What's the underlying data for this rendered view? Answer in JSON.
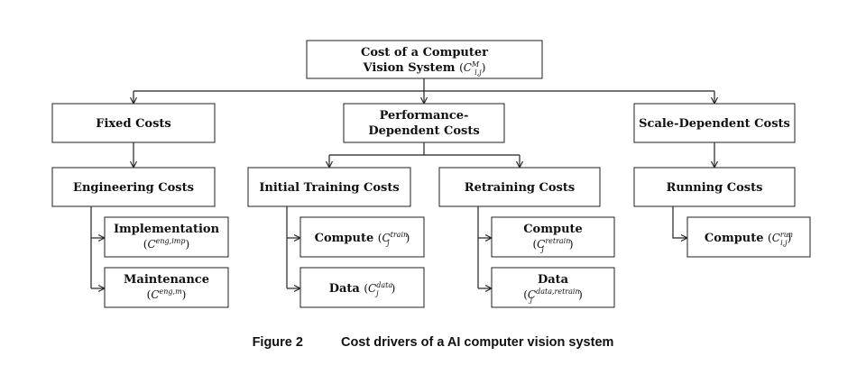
{
  "diagram": {
    "root": {
      "line1": "Cost of a Computer",
      "line2": "Vision System",
      "symbol": {
        "base": "C",
        "sup": "M",
        "sub": "i,j"
      }
    },
    "categories": {
      "fixed": "Fixed Costs",
      "performance": {
        "line1": "Performance-",
        "line2": "Dependent Costs"
      },
      "scale": "Scale-Dependent Costs"
    },
    "groups": {
      "engineering": "Engineering Costs",
      "initial_training": "Initial Training Costs",
      "retraining": "Retraining Costs",
      "running": "Running Costs"
    },
    "leaves": {
      "implementation": {
        "label": "Implementation",
        "symbol": {
          "base": "C",
          "sup": "eng,imp",
          "sub": ""
        }
      },
      "maintenance": {
        "label": "Maintenance",
        "symbol": {
          "base": "C",
          "sup": "eng,m",
          "sub": ""
        }
      },
      "compute_train": {
        "label": "Compute",
        "symbol": {
          "base": "C",
          "sup": "train",
          "sub": "j"
        }
      },
      "data_train": {
        "label": "Data",
        "symbol": {
          "base": "C",
          "sup": "data",
          "sub": "j"
        }
      },
      "compute_retrain": {
        "label": "Compute",
        "symbol": {
          "base": "C",
          "sup": "retrain",
          "sub": "j"
        }
      },
      "data_retrain": {
        "label": "Data",
        "symbol": {
          "base": "C",
          "sup": "data,retrain",
          "sub": "j"
        }
      },
      "compute_run": {
        "label": "Compute",
        "symbol": {
          "base": "C",
          "sup": "run",
          "sub": "i,j"
        }
      }
    }
  },
  "caption": {
    "number": "Figure 2",
    "text": "Cost drivers of a AI computer vision system"
  }
}
